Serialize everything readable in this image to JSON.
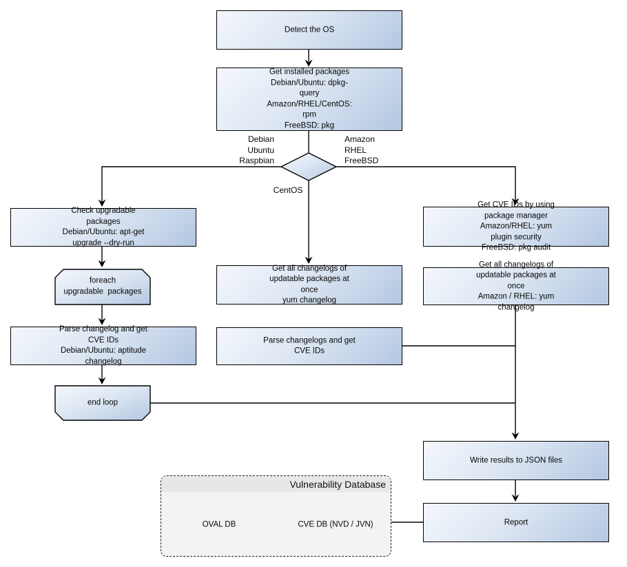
{
  "nodes": {
    "detect_os": "Detect the OS",
    "get_installed_packages": "Get installed packages\nDebian/Ubuntu: dpkg-query\nAmazon/RHEL/CentOS: rpm\nFreeBSD: pkg",
    "check_upgradable": "Check upgradable packages\nDebian/Ubuntu: apt-get upgrade --dry-run",
    "foreach_loop": "foreach\nupgradable  packages",
    "parse_changelog_deb": "Parse changelog and get  CVE IDs\nDebian/Ubuntu: aptitude changelog",
    "end_loop": "end loop",
    "get_changelogs_centos": "Get all changelogs of updatable packages at once\nyum changelog",
    "parse_changelogs_centos": "Parse changelogs and get CVE IDs",
    "get_cve_ids_pkg_mgr": "Get CVE IDs by using package manager\nAmazon/RHEL: yum plugin security\nFreeBSD: pkg audit",
    "get_changelogs_amazon": "Get all changelogs of updatable packages at once\nAmazon / RHEL: yum changelog",
    "write_results": "Write results to JSON files",
    "report": "Report"
  },
  "branch_labels": {
    "left": "Debian\nUbuntu\nRaspbian",
    "right": "Amazon\nRHEL\nFreeBSD",
    "bottom": "CentOS"
  },
  "database": {
    "title": "Vulnerability Database",
    "cylinders": [
      "OVAL DB",
      "CVE DB (NVD / JVN)"
    ]
  },
  "colors": {
    "node_gradient_start": "#f4f7fc",
    "node_gradient_end": "#b4c7e2",
    "node_border": "#000000",
    "connector": "#000000",
    "db_container_bg": "#f3f3f3",
    "db_header_bg": "#e7e7e7",
    "canvas_bg": "#ffffff"
  }
}
